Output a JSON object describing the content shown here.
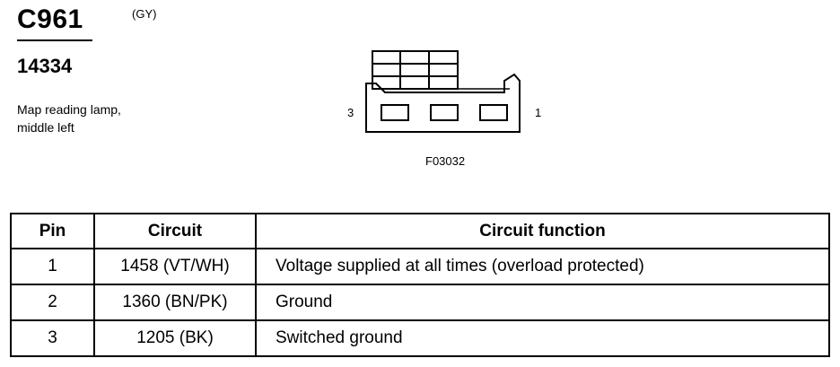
{
  "header": {
    "connector_id": "C961",
    "color_code": "(GY)",
    "part_number": "14334",
    "description": "Map reading lamp,\nmiddle left"
  },
  "diagram": {
    "pin_left": "3",
    "pin_right": "1",
    "figure_code": "F03032"
  },
  "table": {
    "headers": [
      "Pin",
      "Circuit",
      "Circuit function"
    ],
    "rows": [
      [
        "1",
        "1458 (VT/WH)",
        "Voltage supplied at all times (overload protected)"
      ],
      [
        "2",
        "1360 (BN/PK)",
        "Ground"
      ],
      [
        "3",
        "1205 (BK)",
        "Switched ground"
      ]
    ]
  }
}
